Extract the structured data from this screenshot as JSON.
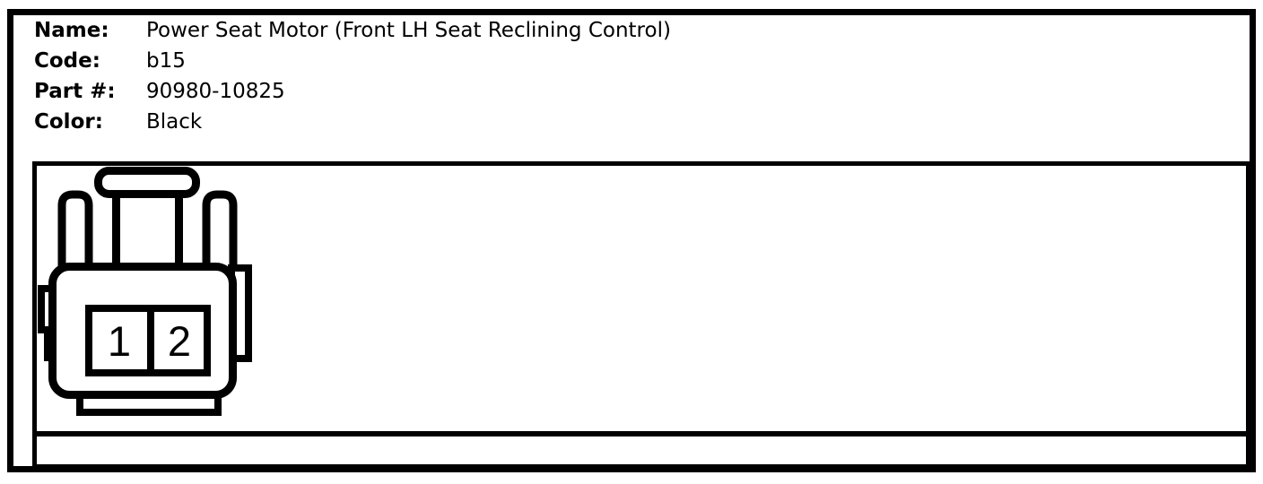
{
  "header": {
    "rows": [
      {
        "label": "Name:",
        "value": "Power Seat Motor (Front LH Seat Reclining Control)"
      },
      {
        "label": "Code:",
        "value": "b15"
      },
      {
        "label": "Part #:",
        "value": "90980-10825"
      },
      {
        "label": "Color:",
        "value": "Black"
      }
    ]
  },
  "connector": {
    "view": "front-view-2-pin-connector",
    "pin_count": 2,
    "pins": [
      "1",
      "2"
    ]
  },
  "note_strip": {
    "text": ""
  },
  "colors": {
    "line": "#000000",
    "background": "#ffffff"
  }
}
